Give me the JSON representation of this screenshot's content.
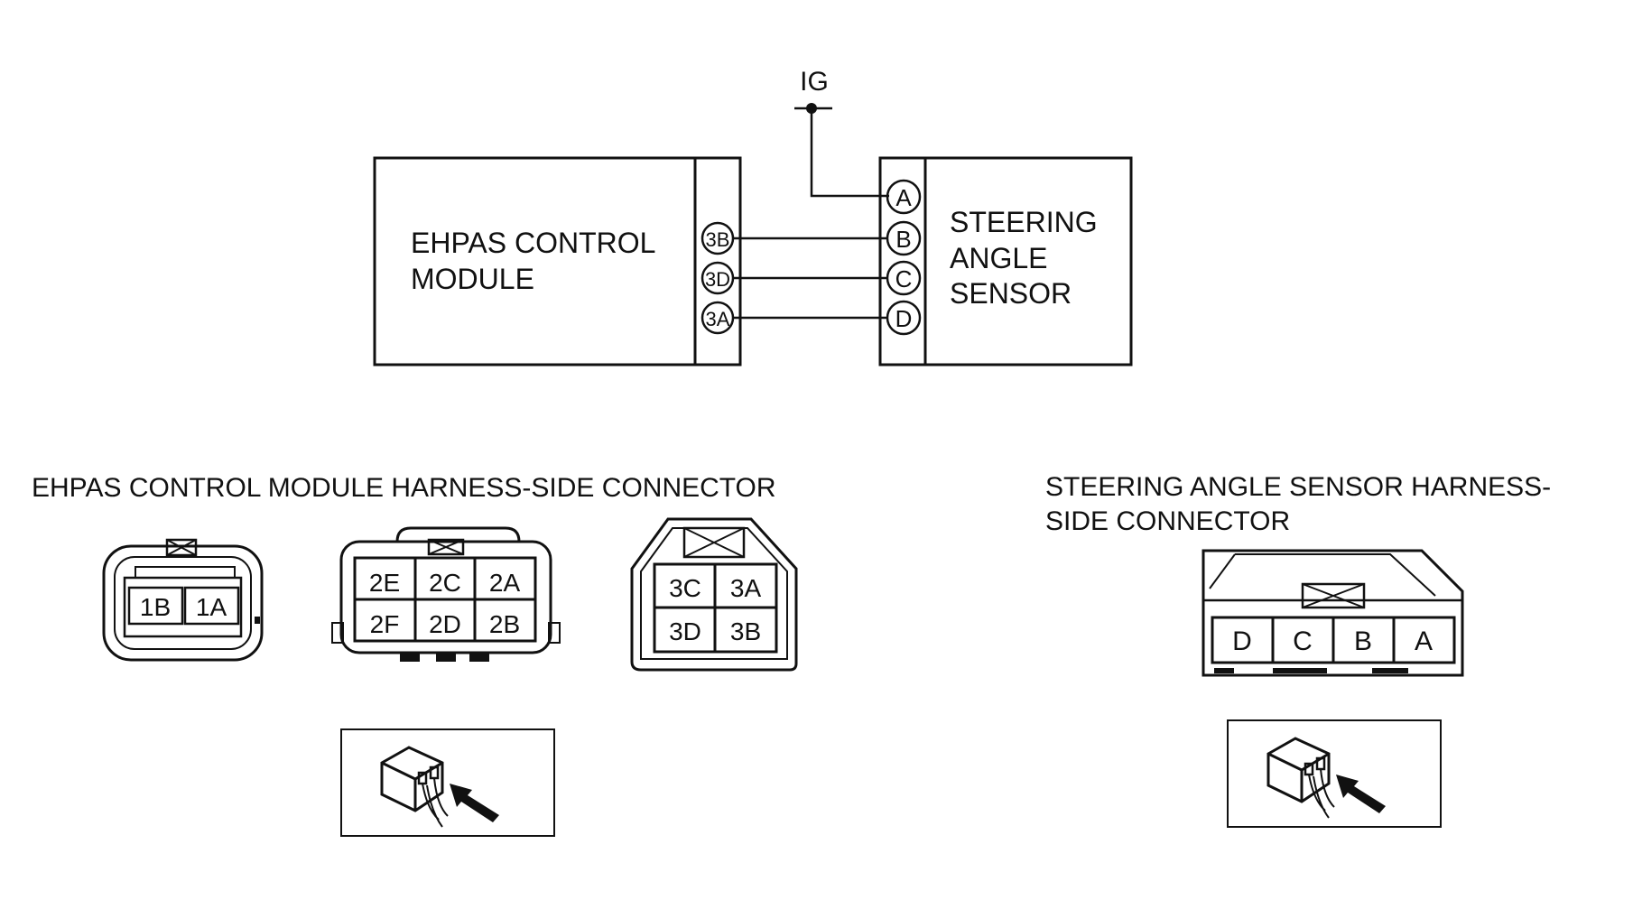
{
  "diagram": {
    "ig_label": "IG",
    "module": {
      "line1": "EHPAS CONTROL",
      "line2": "MODULE",
      "pins": [
        "3B",
        "3D",
        "3A"
      ]
    },
    "sensor": {
      "line1": "STEERING",
      "line2": "ANGLE",
      "line3": "SENSOR",
      "pins": [
        "A",
        "B",
        "C",
        "D"
      ]
    }
  },
  "connectors": {
    "module_title": "EHPAS CONTROL MODULE  HARNESS-SIDE CONNECTOR",
    "sensor_title_line1": "STEERING ANGLE SENSOR  HARNESS-",
    "sensor_title_line2": "SIDE CONNECTOR",
    "conn1": [
      "1B",
      "1A"
    ],
    "conn2": [
      "2E",
      "2C",
      "2A",
      "2F",
      "2D",
      "2B"
    ],
    "conn3": [
      "3C",
      "3A",
      "3D",
      "3B"
    ],
    "sensor_conn": [
      "D",
      "C",
      "B",
      "A"
    ]
  },
  "icons": [
    "harness-side-connector-icon",
    "harness-side-connector-icon"
  ]
}
